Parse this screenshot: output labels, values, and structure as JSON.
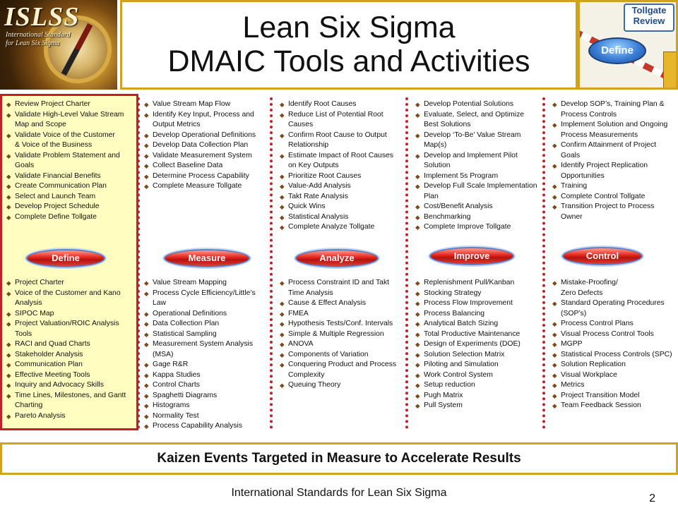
{
  "header": {
    "logo_text": "ISLSS",
    "logo_sub_1": "International Standard",
    "logo_sub_2": "for Lean Six Sigma",
    "title_line1": "Lean Six Sigma",
    "title_line2": "DMAIC Tools and Activities",
    "tollgate_sign_1": "Tollgate",
    "tollgate_sign_2": "Review",
    "tollgate_phase": "Define"
  },
  "colors": {
    "accent_gold": "#d1a21e",
    "divider_red": "#c0202a",
    "define_bg": "#fffdc0",
    "pill_red": "#e2241c",
    "pill_border": "#5a80c8"
  },
  "phases": [
    {
      "label": "Define",
      "activities": [
        "Review Project Charter",
        "Validate High-Level Value Stream Map and Scope",
        "Validate Voice of the Customer\n& Voice of the Business",
        "Validate Problem Statement and Goals",
        "Validate Financial Benefits",
        "Create Communication Plan",
        "Select and Launch Team",
        "Develop Project Schedule",
        "Complete Define Tollgate"
      ],
      "tools": [
        "Project Charter",
        "Voice of the Customer and Kano Analysis",
        "SIPOC Map",
        "Project Valuation/ROIC Analysis Tools",
        "RACI and Quad Charts",
        "Stakeholder Analysis",
        "Communication Plan",
        "Effective Meeting Tools",
        "Inquiry and Advocacy Skills",
        "Time Lines, Milestones, and Gantt Charting",
        "Pareto Analysis"
      ]
    },
    {
      "label": "Measure",
      "activities": [
        "Value Stream Map Flow",
        "Identify Key Input, Process and Output Metrics",
        "Develop Operational Definitions",
        "Develop Data Collection Plan",
        "Validate Measurement System",
        "Collect Baseline Data",
        "Determine Process Capability",
        "Complete Measure Tollgate"
      ],
      "tools": [
        "Value Stream Mapping",
        "Process Cycle Efficiency/Little’s Law",
        "Operational Definitions",
        "Data Collection Plan",
        "Statistical Sampling",
        "Measurement System Analysis (MSA)",
        "Gage R&R",
        "Kappa Studies",
        "Control Charts",
        "Spaghetti Diagrams",
        "Histograms",
        "Normality Test",
        "Process Capability Analysis"
      ]
    },
    {
      "label": "Analyze",
      "activities": [
        "Identify Root Causes",
        "Reduce List of Potential Root Causes",
        "Confirm Root Cause to Output Relationship",
        "Estimate Impact of Root Causes on Key Outputs",
        "Prioritize Root Causes",
        "Value-Add Analysis",
        "Takt Rate Analysis",
        "Quick Wins",
        "Statistical Analysis",
        "Complete Analyze Tollgate"
      ],
      "tools": [
        "Process Constraint ID and Takt Time Analysis",
        "Cause & Effect Analysis",
        "FMEA",
        "Hypothesis Tests/Conf. Intervals",
        "Simple & Multiple Regression",
        "ANOVA",
        "Components of Variation",
        "Conquering Product and Process Complexity",
        "Queuing Theory"
      ]
    },
    {
      "label": "Improve",
      "activities": [
        "Develop Potential Solutions",
        "Evaluate, Select, and Optimize Best Solutions",
        "Develop ‘To-Be’ Value Stream Map(s)",
        "Develop and Implement Pilot Solution",
        "Implement 5s Program",
        "Develop Full Scale Implementation Plan",
        "Cost/Benefit Analysis",
        "Benchmarking",
        "Complete Improve Tollgate"
      ],
      "tools": [
        "Replenishment Pull/Kanban",
        "Stocking Strategy",
        "Process Flow Improvement",
        "Process Balancing",
        "Analytical Batch Sizing",
        "Total Productive Maintenance",
        "Design of Experiments (DOE)",
        "Solution Selection Matrix",
        "Piloting and Simulation",
        "Work Control System",
        "Setup reduction",
        "Pugh Matrix",
        "Pull System"
      ]
    },
    {
      "label": "Control",
      "activities": [
        "Develop SOP’s, Training Plan & Process Controls",
        "Implement Solution and Ongoing Process Measurements",
        "Confirm Attainment of Project Goals",
        "Identify Project Replication Opportunities",
        "Training",
        "Complete Control Tollgate",
        "Transition Project to Process Owner"
      ],
      "tools": [
        "Mistake-Proofing/\nZero Defects",
        "Standard Operating Procedures (SOP’s)",
        "Process Control Plans",
        "Visual Process Control Tools",
        "MGPP",
        "Statistical Process Controls (SPC)",
        "Solution Replication",
        "Visual Workplace",
        "Metrics",
        "Project Transition Model",
        "Team Feedback Session"
      ]
    }
  ],
  "banner": "Kaizen Events Targeted in Measure to Accelerate Results",
  "footer": "International Standards for Lean Six Sigma",
  "page_number": "2"
}
